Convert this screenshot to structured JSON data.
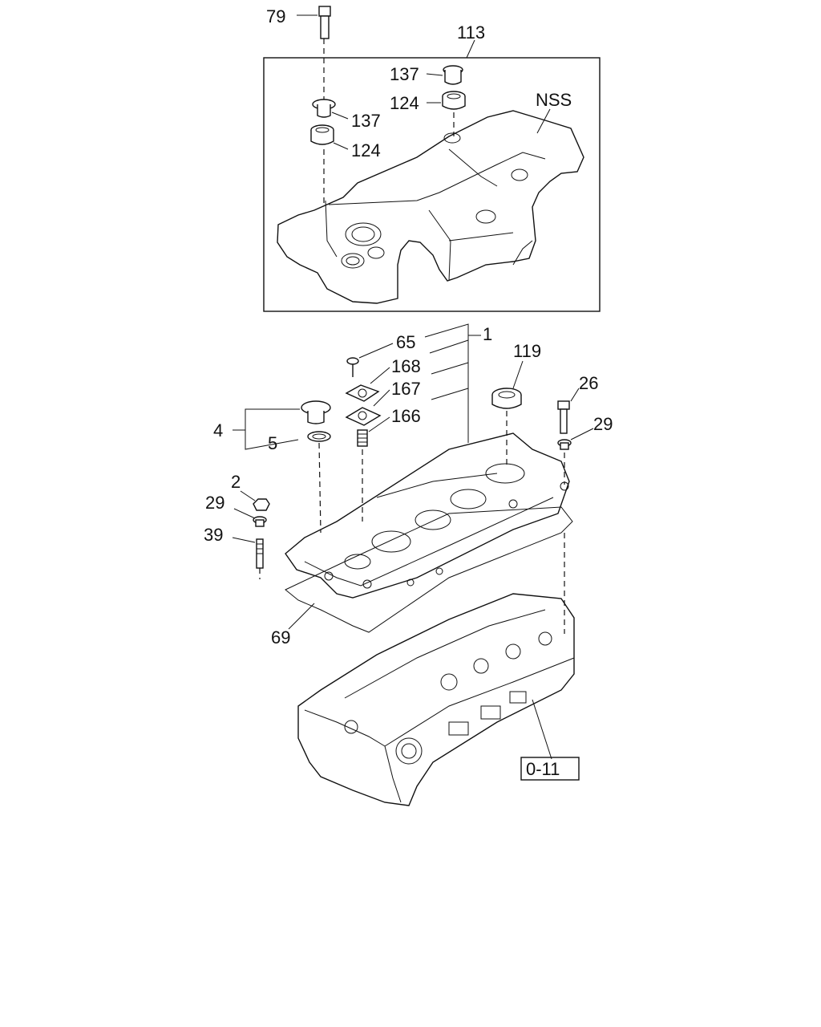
{
  "labels": {
    "p79": "79",
    "p113": "113",
    "p137a": "137",
    "p137b": "137",
    "p124a": "124",
    "p124b": "124",
    "nss": "NSS",
    "p65": "65",
    "p1": "1",
    "p119": "119",
    "p168": "168",
    "p167": "167",
    "p166": "166",
    "p26": "26",
    "p29a": "29",
    "p4": "4",
    "p5": "5",
    "p2": "2",
    "p29b": "29",
    "p39": "39",
    "p69": "69",
    "ref": "0-11"
  }
}
